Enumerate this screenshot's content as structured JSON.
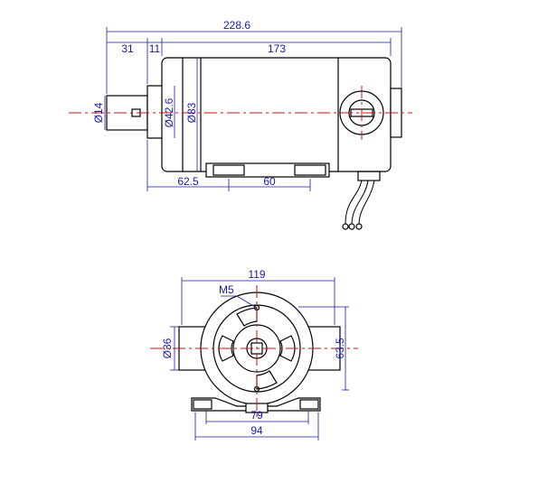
{
  "diagram": {
    "side_view": {
      "dim_overall_length": "228.6",
      "dim_shaft_length": "31",
      "dim_flange": "11",
      "dim_body_length": "173",
      "dim_shaft_dia": "Ø14",
      "dim_flange_dia": "Ø42.6",
      "dim_body_dia": "Ø83",
      "dim_foot_offset": "62.5",
      "dim_foot_spacing": "60"
    },
    "end_view": {
      "dim_width": "119",
      "dim_thread": "M5",
      "dim_boss_dia": "Ø36",
      "dim_height": "63.5",
      "dim_hole_spacing": "79",
      "dim_base_width": "94"
    },
    "colors": {
      "outline": "#000000",
      "dimension": "#1a1aa6",
      "centerline": "#cc1111"
    }
  }
}
